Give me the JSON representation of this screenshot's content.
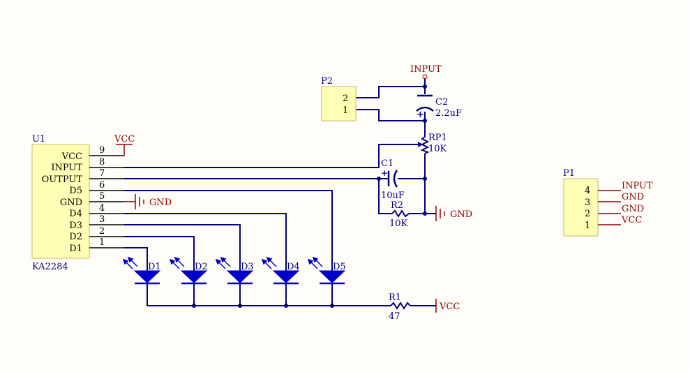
{
  "u1": {
    "ref": "U1",
    "part": "KA2284",
    "pins": [
      {
        "num": "9",
        "name": "VCC"
      },
      {
        "num": "8",
        "name": "INPUT"
      },
      {
        "num": "7",
        "name": "OUTPUT"
      },
      {
        "num": "6",
        "name": "D5"
      },
      {
        "num": "5",
        "name": "GND"
      },
      {
        "num": "4",
        "name": "D4"
      },
      {
        "num": "3",
        "name": "D3"
      },
      {
        "num": "2",
        "name": "D2"
      },
      {
        "num": "1",
        "name": "D1"
      }
    ]
  },
  "p2": {
    "ref": "P2",
    "pins": [
      "2",
      "1"
    ]
  },
  "p1": {
    "ref": "P1",
    "pins": [
      {
        "num": "4",
        "net": "INPUT"
      },
      {
        "num": "3",
        "net": "GND"
      },
      {
        "num": "2",
        "net": "GND"
      },
      {
        "num": "1",
        "net": "VCC"
      }
    ]
  },
  "c2": {
    "ref": "C2",
    "value": "2.2uF"
  },
  "c1": {
    "ref": "C1",
    "value": "10uF"
  },
  "rp1": {
    "ref": "RP1",
    "value": "10K"
  },
  "r2": {
    "ref": "R2",
    "value": "10K"
  },
  "r1": {
    "ref": "R1",
    "value": "47"
  },
  "leds": [
    "D1",
    "D2",
    "D3",
    "D4",
    "D5"
  ],
  "nets": {
    "vcc_u1": "VCC",
    "gnd_u1": "GND",
    "input_top": "INPUT",
    "gnd_right": "GND",
    "vcc_r1": "VCC"
  },
  "colors": {
    "wire": "#000080",
    "power": "#8b0000",
    "component_body": "#ffffb5",
    "background": "#fffdf8"
  }
}
